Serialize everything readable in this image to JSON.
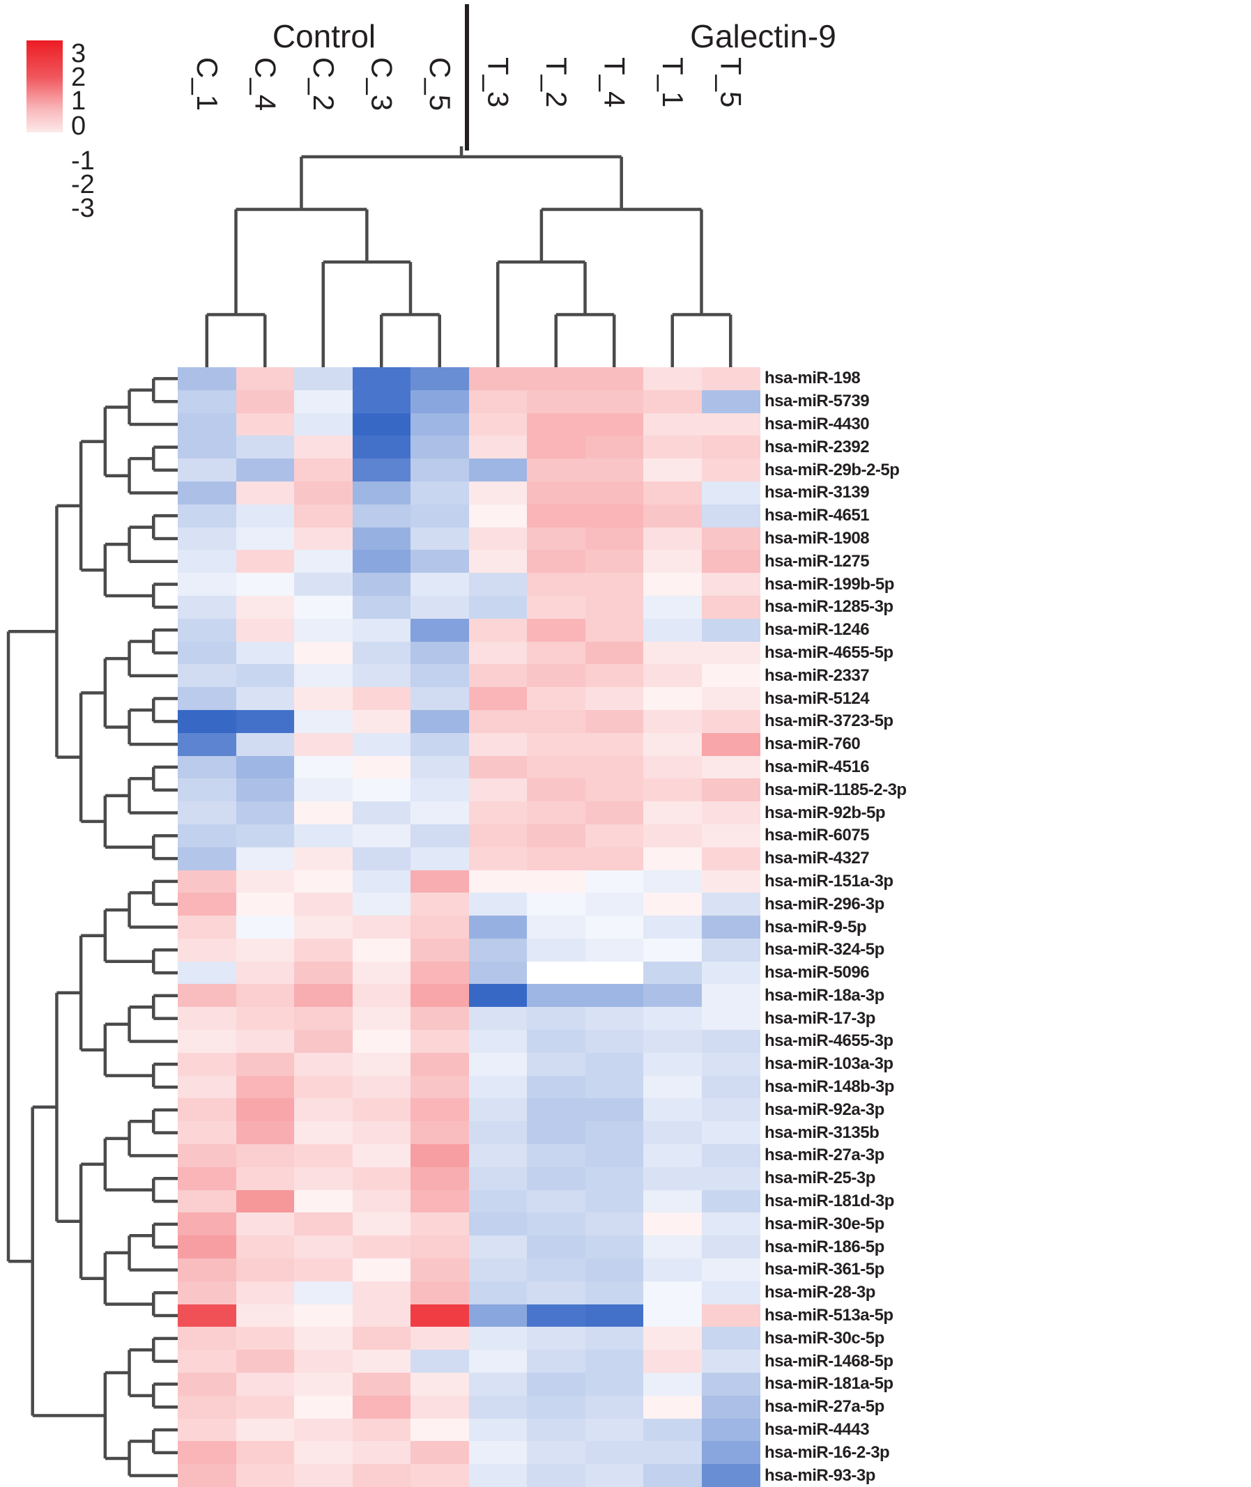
{
  "legend": {
    "tick_labels": [
      "3",
      "2",
      "1",
      "0",
      "-1",
      "-2",
      "-3"
    ],
    "positive_color": "#ec1c24",
    "negative_color": "#2b5fc3",
    "zero_color": "#ffffff"
  },
  "groups": {
    "control_label": "Control",
    "treatment_label": "Galectin-9"
  },
  "chart_data": {
    "type": "heatmap",
    "title": "",
    "legend_range": [
      -3,
      3
    ],
    "colormap": {
      "min": -3,
      "max": 3,
      "min_color": "#2b5fc3",
      "zero_color": "#ffffff",
      "max_color": "#ec1c24"
    },
    "column_groups": [
      {
        "label": "Control",
        "columns": [
          "C_1",
          "C_4",
          "C_2",
          "C_3",
          "C_5"
        ]
      },
      {
        "label": "Galectin-9",
        "columns": [
          "T_3",
          "T_2",
          "T_4",
          "T_1",
          "T_5"
        ]
      }
    ],
    "columns": [
      "C_1",
      "C_4",
      "C_2",
      "C_3",
      "C_5",
      "T_3",
      "T_2",
      "T_4",
      "T_1",
      "T_5"
    ],
    "column_tree": [
      [
        [
          0,
          1
        ],
        [
          2,
          [
            3,
            4
          ]
        ]
      ],
      [
        [
          5,
          [
            6,
            7
          ]
        ],
        [
          8,
          9
        ]
      ]
    ],
    "rows": [
      "hsa-miR-198",
      "hsa-miR-5739",
      "hsa-miR-4430",
      "hsa-miR-2392",
      "hsa-miR-29b-2-5p",
      "hsa-miR-3139",
      "hsa-miR-4651",
      "hsa-miR-1908",
      "hsa-miR-1275",
      "hsa-miR-199b-5p",
      "hsa-miR-1285-3p",
      "hsa-miR-1246",
      "hsa-miR-4655-5p",
      "hsa-miR-2337",
      "hsa-miR-5124",
      "hsa-miR-3723-5p",
      "hsa-miR-760",
      "hsa-miR-4516",
      "hsa-miR-1185-2-3p",
      "hsa-miR-92b-5p",
      "hsa-miR-6075",
      "hsa-miR-4327",
      "hsa-miR-151a-3p",
      "hsa-miR-296-3p",
      "hsa-miR-9-5p",
      "hsa-miR-324-5p",
      "hsa-miR-5096",
      "hsa-miR-18a-3p",
      "hsa-miR-17-3p",
      "hsa-miR-4655-3p",
      "hsa-miR-103a-3p",
      "hsa-miR-148b-3p",
      "hsa-miR-92a-3p",
      "hsa-miR-3135b",
      "hsa-miR-27a-3p",
      "hsa-miR-25-3p",
      "hsa-miR-181d-3p",
      "hsa-miR-30e-5p",
      "hsa-miR-186-5p",
      "hsa-miR-361-5p",
      "hsa-miR-28-3p",
      "hsa-miR-513a-5p",
      "hsa-miR-30c-5p",
      "hsa-miR-1468-5p",
      "hsa-miR-181a-5p",
      "hsa-miR-27a-5p",
      "hsa-miR-4443",
      "hsa-miR-16-2-3p",
      "hsa-miR-93-3p"
    ],
    "values": [
      [
        -1.0,
        0.5,
        -0.5,
        -2.5,
        -2.0,
        0.7,
        0.7,
        0.7,
        0.3,
        0.4
      ],
      [
        -0.7,
        0.6,
        -0.2,
        -2.5,
        -1.5,
        0.5,
        0.6,
        0.6,
        0.5,
        -1.0
      ],
      [
        -0.8,
        0.4,
        -0.3,
        -2.8,
        -1.2,
        0.4,
        0.8,
        0.8,
        0.3,
        0.3
      ],
      [
        -0.8,
        -0.5,
        0.3,
        -2.6,
        -1.0,
        0.3,
        0.8,
        0.7,
        0.4,
        0.5
      ],
      [
        -0.5,
        -1.0,
        0.5,
        -2.2,
        -0.8,
        -1.2,
        0.6,
        0.6,
        0.2,
        0.4
      ],
      [
        -1.0,
        0.3,
        0.6,
        -1.2,
        -0.6,
        0.2,
        0.7,
        0.7,
        0.5,
        -0.3
      ],
      [
        -0.6,
        -0.3,
        0.5,
        -0.8,
        -0.7,
        0.1,
        0.8,
        0.8,
        0.6,
        -0.5
      ],
      [
        -0.4,
        -0.2,
        0.3,
        -1.3,
        -0.5,
        0.3,
        0.6,
        0.7,
        0.3,
        0.6
      ],
      [
        -0.3,
        0.4,
        -0.2,
        -1.5,
        -0.9,
        0.2,
        0.7,
        0.6,
        0.2,
        0.7
      ],
      [
        -0.2,
        -0.1,
        -0.4,
        -0.9,
        -0.3,
        -0.5,
        0.5,
        0.5,
        0.1,
        0.3
      ],
      [
        -0.4,
        0.2,
        -0.1,
        -0.7,
        -0.4,
        -0.6,
        0.4,
        0.5,
        -0.2,
        0.5
      ],
      [
        -0.6,
        0.3,
        -0.2,
        -0.3,
        -1.6,
        0.4,
        0.8,
        0.5,
        -0.3,
        -0.6
      ],
      [
        -0.7,
        -0.3,
        0.1,
        -0.5,
        -0.9,
        0.3,
        0.5,
        0.7,
        0.2,
        0.2
      ],
      [
        -0.5,
        -0.6,
        -0.2,
        -0.4,
        -0.7,
        0.5,
        0.6,
        0.5,
        0.3,
        0.1
      ],
      [
        -0.8,
        -0.4,
        0.2,
        0.4,
        -0.5,
        0.8,
        0.4,
        0.3,
        0.1,
        0.2
      ],
      [
        -2.8,
        -2.6,
        -0.2,
        0.2,
        -1.2,
        0.5,
        0.5,
        0.6,
        0.3,
        0.4
      ],
      [
        -2.2,
        -0.5,
        0.3,
        -0.3,
        -0.6,
        0.3,
        0.4,
        0.4,
        0.2,
        1.0
      ],
      [
        -0.8,
        -1.2,
        -0.1,
        0.1,
        -0.4,
        0.6,
        0.5,
        0.5,
        0.3,
        0.2
      ],
      [
        -0.6,
        -1.0,
        -0.2,
        -0.1,
        -0.3,
        0.3,
        0.6,
        0.5,
        0.4,
        0.6
      ],
      [
        -0.5,
        -0.8,
        0.1,
        -0.4,
        -0.2,
        0.4,
        0.5,
        0.6,
        0.2,
        0.3
      ],
      [
        -0.7,
        -0.6,
        -0.3,
        -0.2,
        -0.5,
        0.5,
        0.6,
        0.4,
        0.3,
        0.2
      ],
      [
        -0.9,
        -0.2,
        0.2,
        -0.5,
        -0.3,
        0.4,
        0.5,
        0.5,
        0.1,
        0.4
      ],
      [
        0.6,
        0.2,
        0.1,
        -0.3,
        0.9,
        0.1,
        0.1,
        -0.1,
        -0.2,
        0.2
      ],
      [
        0.8,
        0.1,
        0.3,
        -0.2,
        0.4,
        -0.3,
        -0.1,
        -0.2,
        0.1,
        -0.4
      ],
      [
        0.4,
        -0.1,
        0.2,
        0.3,
        0.5,
        -1.3,
        -0.2,
        -0.1,
        -0.3,
        -1.0
      ],
      [
        0.3,
        0.2,
        0.4,
        0.1,
        0.6,
        -0.8,
        -0.3,
        -0.2,
        -0.1,
        -0.5
      ],
      [
        -0.3,
        0.3,
        0.6,
        0.2,
        0.8,
        -0.9,
        0.0,
        0.0,
        -0.6,
        -0.3
      ],
      [
        0.7,
        0.5,
        0.9,
        0.3,
        1.0,
        -2.8,
        -1.2,
        -1.2,
        -1.0,
        -0.2
      ],
      [
        0.3,
        0.4,
        0.5,
        0.2,
        0.6,
        -0.4,
        -0.5,
        -0.4,
        -0.3,
        -0.2
      ],
      [
        0.2,
        0.3,
        0.6,
        0.1,
        0.4,
        -0.3,
        -0.6,
        -0.5,
        -0.4,
        -0.5
      ],
      [
        0.4,
        0.6,
        0.3,
        0.2,
        0.7,
        -0.2,
        -0.5,
        -0.6,
        -0.3,
        -0.4
      ],
      [
        0.3,
        0.8,
        0.4,
        0.3,
        0.6,
        -0.3,
        -0.7,
        -0.6,
        -0.2,
        -0.5
      ],
      [
        0.5,
        1.0,
        0.3,
        0.4,
        0.8,
        -0.4,
        -0.8,
        -0.8,
        -0.3,
        -0.4
      ],
      [
        0.4,
        0.9,
        0.2,
        0.3,
        0.7,
        -0.5,
        -0.8,
        -0.7,
        -0.4,
        -0.3
      ],
      [
        0.6,
        0.5,
        0.4,
        0.2,
        1.1,
        -0.4,
        -0.6,
        -0.7,
        -0.3,
        -0.5
      ],
      [
        0.8,
        0.4,
        0.3,
        0.4,
        0.9,
        -0.5,
        -0.7,
        -0.6,
        -0.4,
        -0.4
      ],
      [
        0.5,
        1.2,
        0.1,
        0.3,
        0.8,
        -0.6,
        -0.5,
        -0.6,
        -0.2,
        -0.6
      ],
      [
        0.9,
        0.3,
        0.5,
        0.2,
        0.4,
        -0.7,
        -0.6,
        -0.5,
        0.1,
        -0.3
      ],
      [
        1.1,
        0.4,
        0.3,
        0.4,
        0.5,
        -0.4,
        -0.7,
        -0.6,
        -0.2,
        -0.4
      ],
      [
        0.7,
        0.5,
        0.4,
        0.1,
        0.6,
        -0.5,
        -0.6,
        -0.7,
        -0.3,
        -0.2
      ],
      [
        0.6,
        0.3,
        -0.2,
        0.3,
        0.7,
        -0.6,
        -0.5,
        -0.6,
        -0.1,
        -0.3
      ],
      [
        2.2,
        0.2,
        0.1,
        0.3,
        2.5,
        -1.5,
        -2.5,
        -2.6,
        -0.1,
        0.5
      ],
      [
        0.5,
        0.4,
        0.2,
        0.5,
        0.3,
        -0.3,
        -0.4,
        -0.5,
        0.2,
        -0.6
      ],
      [
        0.4,
        0.6,
        0.3,
        0.2,
        -0.5,
        -0.2,
        -0.5,
        -0.6,
        0.3,
        -0.4
      ],
      [
        0.6,
        0.3,
        0.2,
        0.6,
        0.2,
        -0.4,
        -0.7,
        -0.6,
        -0.2,
        -0.8
      ],
      [
        0.5,
        0.4,
        0.1,
        0.8,
        0.3,
        -0.5,
        -0.6,
        -0.5,
        0.1,
        -1.0
      ],
      [
        0.4,
        0.2,
        0.3,
        0.4,
        0.1,
        -0.3,
        -0.5,
        -0.4,
        -0.6,
        -1.2
      ],
      [
        0.8,
        0.5,
        0.2,
        0.3,
        0.6,
        -0.2,
        -0.4,
        -0.5,
        -0.5,
        -1.5
      ],
      [
        0.7,
        0.4,
        0.3,
        0.5,
        0.4,
        -0.3,
        -0.5,
        -0.4,
        -0.7,
        -2.0
      ]
    ]
  }
}
